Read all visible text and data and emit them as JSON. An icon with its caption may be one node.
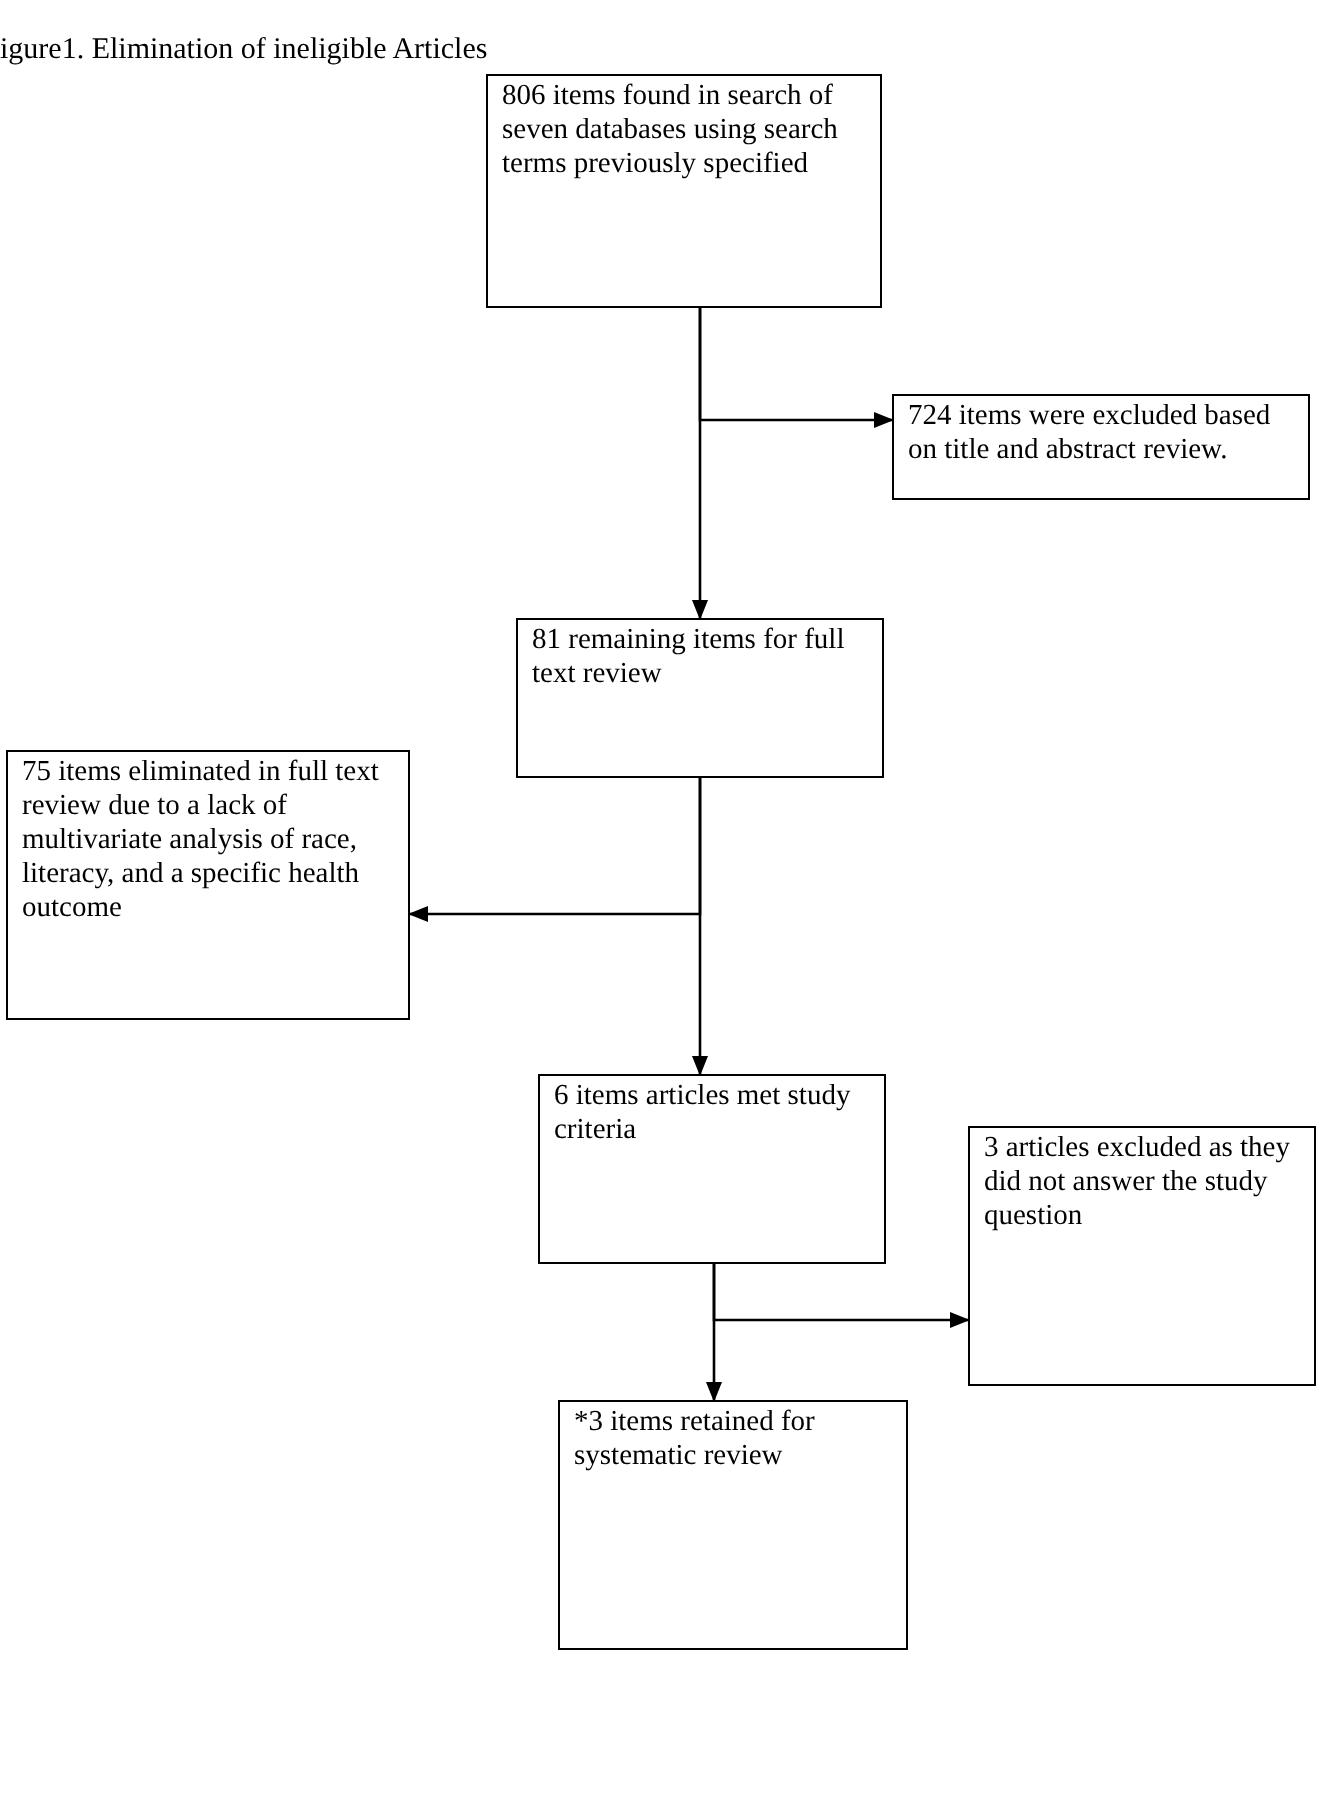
{
  "diagram": {
    "title": "igure1. Elimination of ineligible Articles",
    "nodes": [
      {
        "text": [
          "806 items found in search of seven databases using search terms previously specified"
        ]
      },
      {
        "text": [
          "724 items were excluded based on title and abstract review."
        ]
      },
      {
        "text": [
          "81 remaining items for full text review"
        ]
      },
      {
        "text": [
          "75 items eliminated in full text review due to a lack of multivariate analysis of race, literacy, and a specific health outcome"
        ]
      },
      {
        "text": [
          "6 items articles met study criteria"
        ]
      },
      {
        "text": [
          "3 articles excluded as they did not answer the study question"
        ]
      },
      {
        "text": [
          "*3 items retained for systematic review"
        ]
      }
    ],
    "edges": [
      {
        "from": 0,
        "to": 2,
        "arrow": "to"
      },
      {
        "from": 0,
        "to": 1,
        "arrow": "to"
      },
      {
        "from": 2,
        "to": 4,
        "arrow": "to"
      },
      {
        "from": 2,
        "to": 3,
        "arrow": "to"
      },
      {
        "from": 4,
        "to": 6,
        "arrow": "to"
      },
      {
        "from": 4,
        "to": 5,
        "arrow": "to"
      }
    ]
  }
}
